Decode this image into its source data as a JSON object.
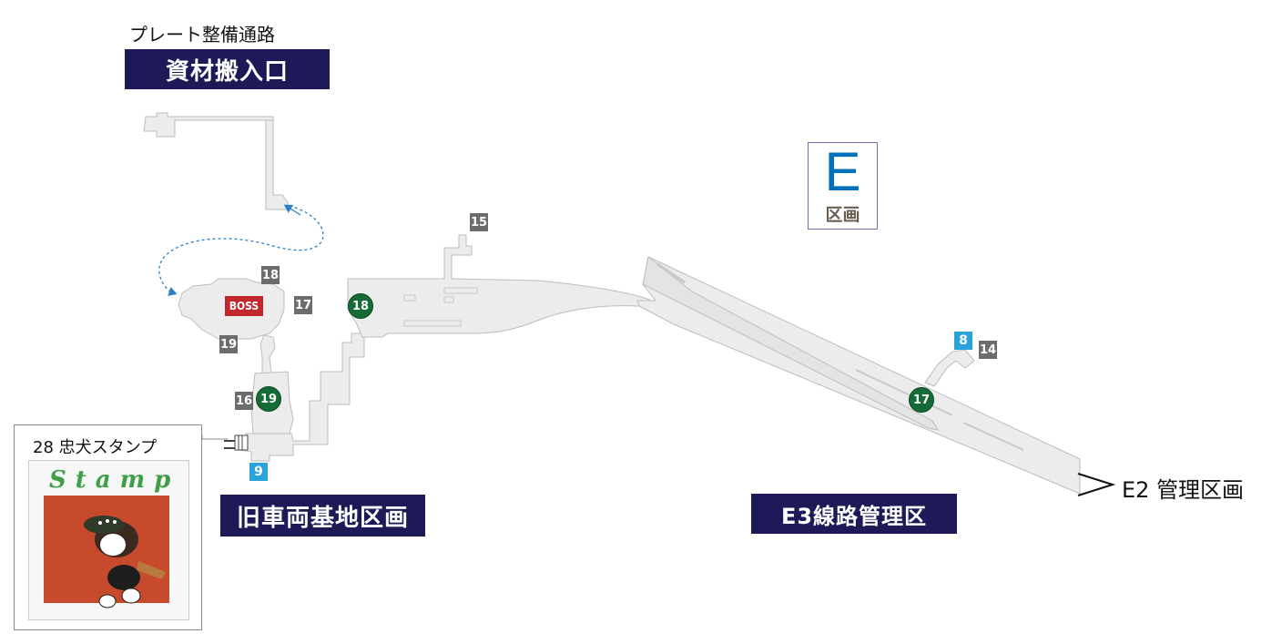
{
  "top_left": {
    "caption": "プレート整備通路",
    "banner": "資材搬入口"
  },
  "area_marker": {
    "letter": "E",
    "label": "区画"
  },
  "banners": {
    "old_depot": "旧車両基地区画",
    "e3": "E3線路管理区"
  },
  "exit_label": "E2 管理区画",
  "stamp": {
    "caption": "28 忠犬スタンプ",
    "image_text": "Stamp"
  },
  "boss_label": "BOSS",
  "gray_markers": {
    "m15": "15",
    "m18": "18",
    "m17": "17",
    "m19": "19",
    "m16": "16",
    "m14": "14"
  },
  "blue_markers": {
    "m8": "8",
    "m9": "9"
  },
  "green_markers": {
    "g18": "18",
    "g19": "19",
    "g17": "17"
  },
  "colors": {
    "banner": "#1d1a57",
    "area_letter": "#0072bc",
    "gray_marker": "#6c6c6c",
    "blue_marker": "#2aa3dd",
    "green_marker": "#146b36",
    "boss": "#c1272d",
    "route_dashed": "#2a7fc7",
    "map_fill": "#ececec",
    "map_edge": "#bdbdbd"
  }
}
